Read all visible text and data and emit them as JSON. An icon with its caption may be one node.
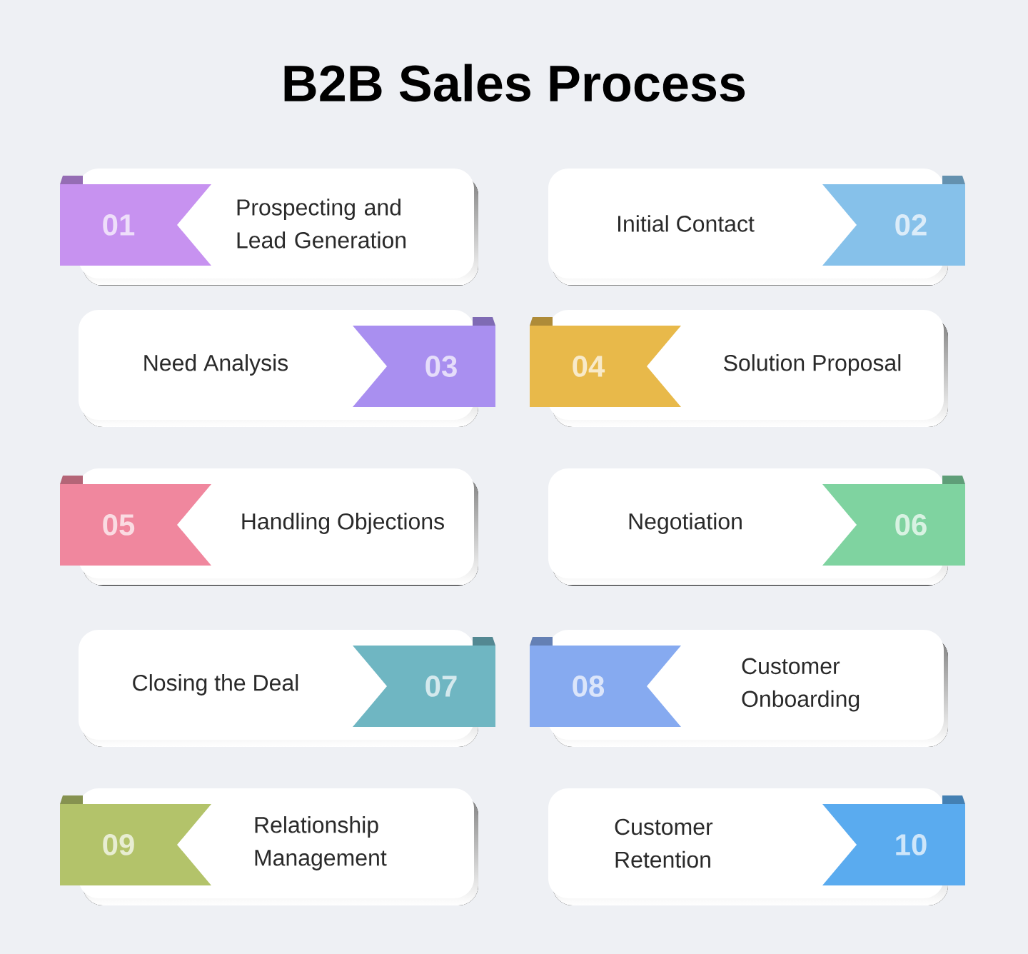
{
  "diagram": {
    "title": "B2B Sales Process",
    "nodes": [
      {
        "text": [
          "01",
          "Prospecting and Lead Generation"
        ]
      },
      {
        "text": [
          "Initial Contact",
          "02"
        ]
      },
      {
        "text": [
          "Need Analysis",
          "03"
        ]
      },
      {
        "text": [
          "04",
          "Solution Proposal"
        ]
      },
      {
        "text": [
          "05",
          "Handling Objections"
        ]
      },
      {
        "text": [
          "Negotiation",
          "06"
        ]
      },
      {
        "text": [
          "Closing the Deal",
          "07"
        ]
      },
      {
        "text": [
          "08",
          "Customer Onboarding"
        ]
      },
      {
        "text": [
          "09",
          "Relationship Management"
        ]
      },
      {
        "text": [
          "Customer Retention",
          "10"
        ]
      }
    ]
  }
}
